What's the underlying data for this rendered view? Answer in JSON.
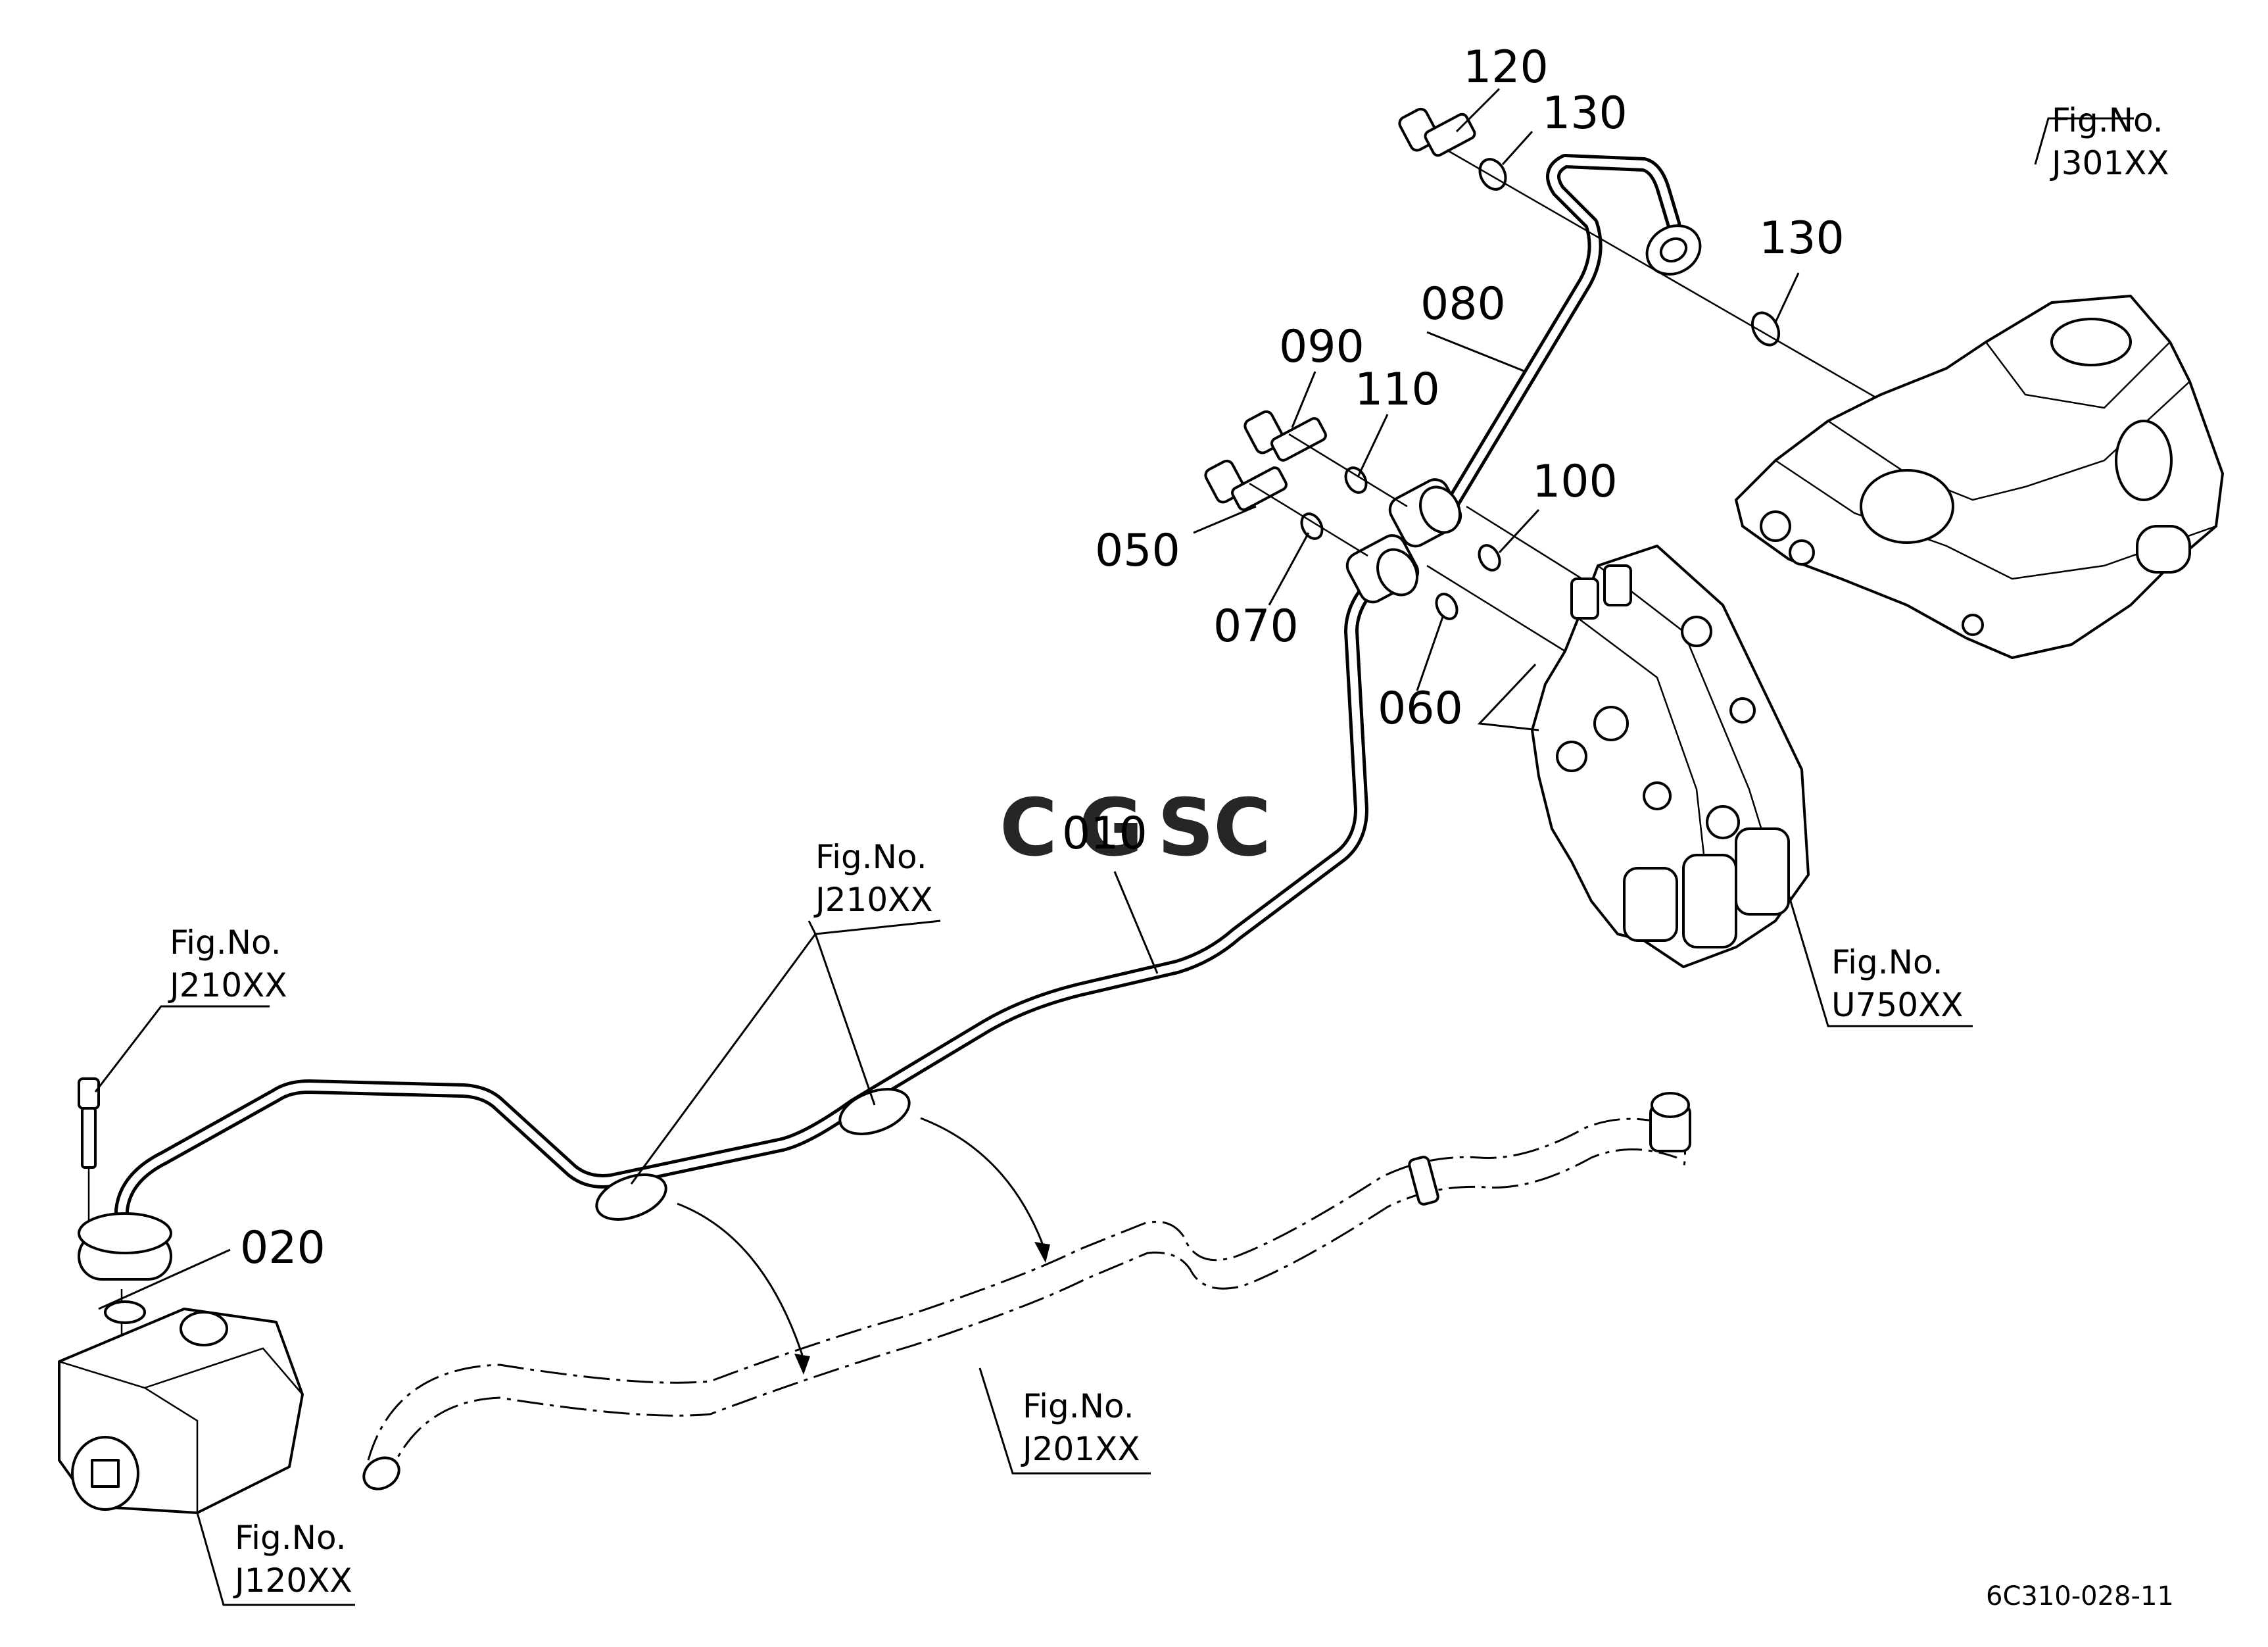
{
  "part_numbers": {
    "p010": "010",
    "p020": "020",
    "p050": "050",
    "p060": "060",
    "p070": "070",
    "p080": "080",
    "p090": "090",
    "p100": "100",
    "p110": "110",
    "p120": "120",
    "p130a": "130",
    "p130b": "130"
  },
  "figure_refs": {
    "j301": {
      "label": "Fig.No.",
      "code": "J301XX"
    },
    "u750": {
      "label": "Fig.No.",
      "code": "U750XX"
    },
    "j210_top": {
      "label": "Fig.No.",
      "code": "J210XX"
    },
    "j210_left": {
      "label": "Fig.No.",
      "code": "J210XX"
    },
    "j201": {
      "label": "Fig.No.",
      "code": "J201XX"
    },
    "j120": {
      "label": "Fig.No.",
      "code": "J120XX"
    }
  },
  "watermark": {
    "text": "CGSC",
    "colors": [
      "#4a86e8",
      "#e06666",
      "#f6c142",
      "#57bb8a"
    ]
  },
  "diagram_code": "6C310-028-11"
}
